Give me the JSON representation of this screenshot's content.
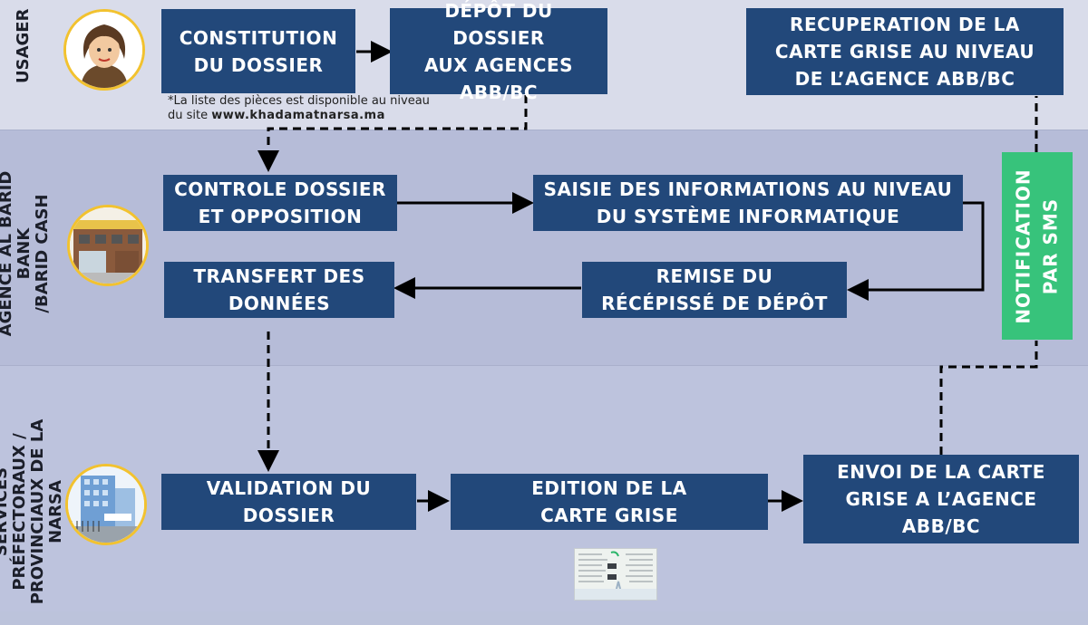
{
  "lanes": {
    "usager": "USAGER",
    "agence": "AGENCE AL BARID BANK\n/BARID CASH",
    "services": "SERVICES PRÉFECTORAUX /\nPROVINCIAUX DE LA NARSA"
  },
  "boxes": {
    "constitution": "CONSTITUTION\nDU DOSSIER",
    "depot": "DÉPÔT DU DOSSIER\nAUX AGENCES\nABB/BC",
    "recuperation": "RECUPERATION DE LA\nCARTE GRISE AU NIVEAU\nDE L’AGENCE ABB/BC",
    "controle": "CONTROLE DOSSIER\nET OPPOSITION",
    "saisie": "SAISIE DES INFORMATIONS AU NIVEAU\nDU  SYSTÈME INFORMATIQUE",
    "remise": "REMISE DU\nRÉCÉPISSÉ DE DÉPÔT",
    "transfert": "TRANSFERT DES\nDONNÉES",
    "validation": "VALIDATION DU\nDOSSIER",
    "edition": "EDITION DE LA\nCARTE GRISE",
    "envoi": "ENVOI DE LA CARTE\nGRISE A L’AGENCE\nABB/BC"
  },
  "sms": "NOTIFICATION\nPAR SMS",
  "note": {
    "text": "*La liste des pièces est disponible au niveau\ndu site ",
    "site": "www.khadamatnarsa.ma"
  },
  "colors": {
    "box": "#22487a",
    "sms": "#37c37b",
    "avatar_border": "#f2c22f"
  },
  "icons": [
    "woman-avatar-icon",
    "bank-agency-icon",
    "prefecture-building-icon",
    "carte-grise-document-icon"
  ]
}
